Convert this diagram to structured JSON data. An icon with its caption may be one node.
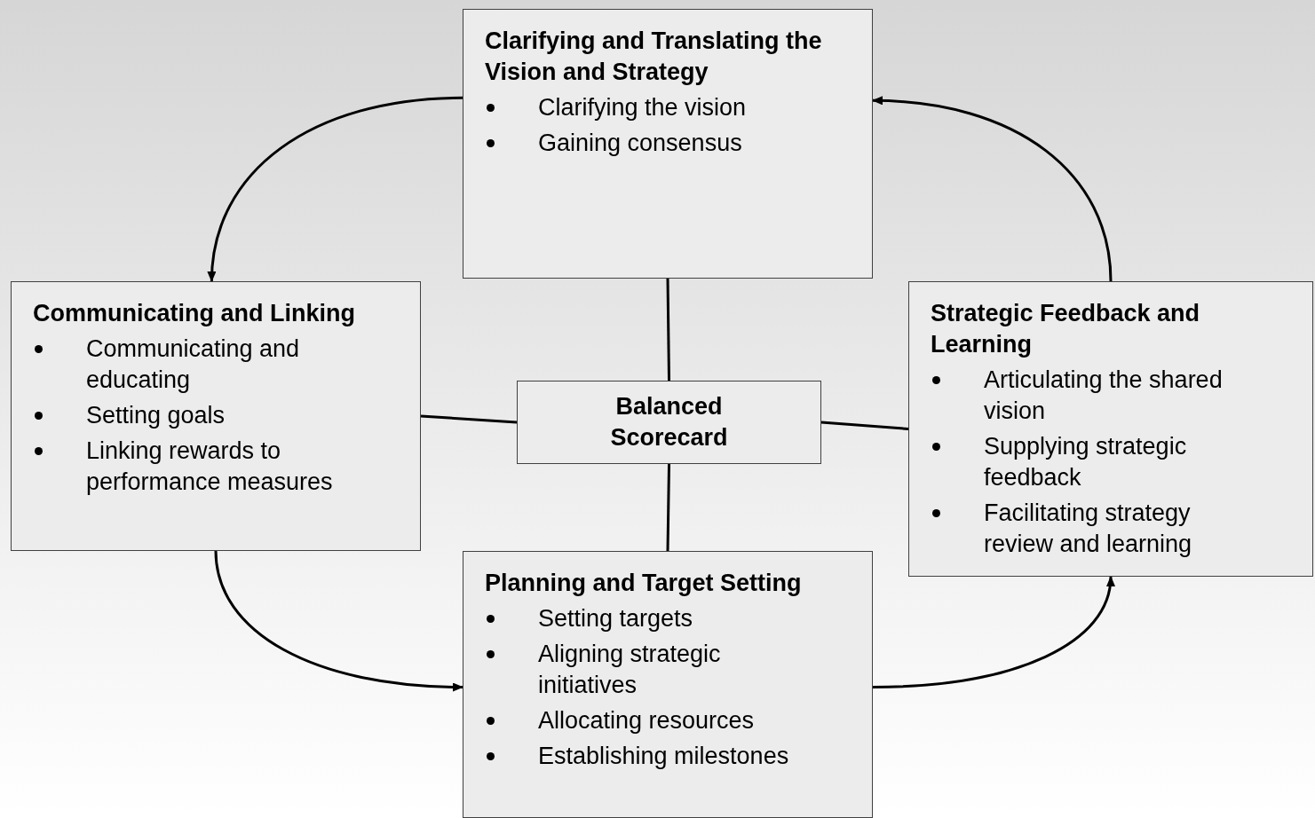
{
  "diagram": {
    "nodes": [
      {
        "text": [
          "Clarifying and Translating the Vision and Strategy",
          "Clarifying the vision",
          "Gaining consensus"
        ]
      },
      {
        "text": [
          "Communicating and Linking",
          "Communicating and educating",
          "Setting goals",
          "Linking rewards to performance measures"
        ]
      },
      {
        "text": [
          "Balanced Scorecard"
        ]
      },
      {
        "text": [
          "Strategic Feedback and Learning",
          "Articulating the shared vision",
          "Supplying strategic feedback",
          "Facilitating strategy review and learning"
        ]
      },
      {
        "text": [
          "Planning and Target Setting",
          "Setting targets",
          "Aligning strategic initiatives",
          "Allocating resources",
          "Establishing milestones"
        ]
      }
    ],
    "edges": [
      {
        "from": 2,
        "to": 0,
        "arrow": "none"
      },
      {
        "from": 2,
        "to": 1,
        "arrow": "none"
      },
      {
        "from": 2,
        "to": 3,
        "arrow": "none"
      },
      {
        "from": 2,
        "to": 4,
        "arrow": "none"
      },
      {
        "from": 0,
        "to": 1,
        "arrow": "to"
      },
      {
        "from": 1,
        "to": 4,
        "arrow": "to"
      },
      {
        "from": 4,
        "to": 3,
        "arrow": "to"
      },
      {
        "from": 3,
        "to": 0,
        "arrow": "to"
      }
    ]
  }
}
